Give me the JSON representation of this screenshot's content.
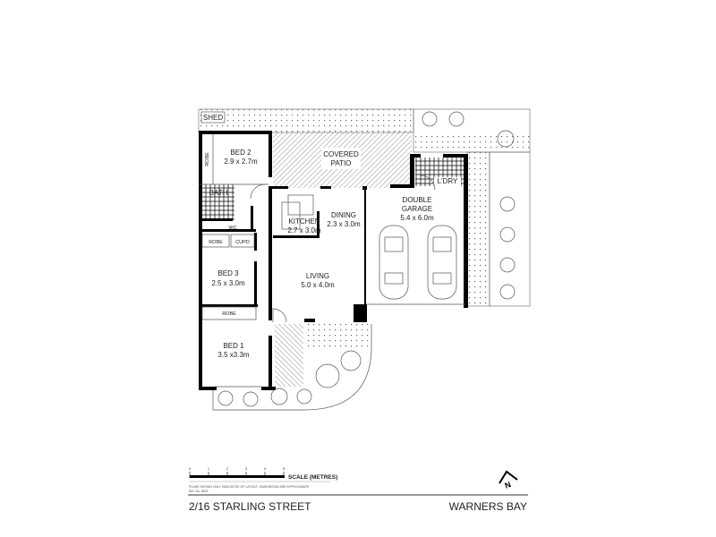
{
  "rooms": {
    "shed": "SHED",
    "robe_bed2": "ROBE",
    "bed2": {
      "name": "BED 2",
      "size": "2.9 x 2.7m"
    },
    "bath": "BATH",
    "wc": "WC",
    "robe_hall": "ROBE",
    "cupd": "CUPD",
    "bed3": {
      "name": "BED 3",
      "size": "2.5 x 3.0m"
    },
    "robe_bed1": "ROBE",
    "bed1": {
      "name": "BED 1",
      "size": "3.5 x3.3m"
    },
    "patio": {
      "line1": "COVERED",
      "line2": "PATIO"
    },
    "kitchen": {
      "name": "KITCHEN",
      "size": "2.7 x 3.0m"
    },
    "dining": {
      "name": "DINING",
      "size": "2.3 x 3.0m"
    },
    "living": {
      "name": "LIVING",
      "size": "5.0 x 4.0m"
    },
    "garage": {
      "line1": "DOUBLE",
      "line2": "GARAGE",
      "size": "5.4 x 6.0m"
    },
    "laundry": "L'DRY"
  },
  "scale": {
    "ticks": [
      "0",
      "1",
      "2",
      "3",
      "4",
      "5"
    ],
    "label": "SCALE (METRES)"
  },
  "disclaimer": "PLANS SHOWN ONLY INDICATIVE OF LAYOUT.  DIMENSIONS ARE APPROXIMATE",
  "ref": "Ref. No: 8502",
  "north_label": "N",
  "address": "2/16 STARLING STREET",
  "suburb": "WARNERS BAY"
}
